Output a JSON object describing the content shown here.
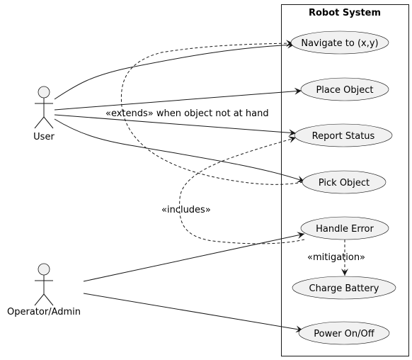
{
  "system": {
    "title": "Robot System"
  },
  "actors": [
    {
      "id": "user",
      "label": "User"
    },
    {
      "id": "operator",
      "label": "Operator/Admin"
    }
  ],
  "use_cases": [
    {
      "id": "navigate",
      "label": "Navigate to (x,y)"
    },
    {
      "id": "place",
      "label": "Place Object"
    },
    {
      "id": "report",
      "label": "Report Status"
    },
    {
      "id": "pick",
      "label": "Pick Object"
    },
    {
      "id": "error",
      "label": "Handle Error"
    },
    {
      "id": "charge",
      "label": "Charge Battery"
    },
    {
      "id": "power",
      "label": "Power On/Off"
    }
  ],
  "relations": [
    {
      "type": "association",
      "from": "user",
      "to": "navigate"
    },
    {
      "type": "association",
      "from": "user",
      "to": "place"
    },
    {
      "type": "association",
      "from": "user",
      "to": "report"
    },
    {
      "type": "association",
      "from": "user",
      "to": "pick"
    },
    {
      "type": "association",
      "from": "operator",
      "to": "error"
    },
    {
      "type": "association",
      "from": "operator",
      "to": "power"
    },
    {
      "type": "dependency",
      "from": "pick",
      "to": "navigate",
      "label": "«extends» when object not at hand"
    },
    {
      "type": "dependency",
      "from": "error",
      "to": "report",
      "label": "«includes»"
    },
    {
      "type": "dependency",
      "from": "error",
      "to": "charge",
      "label": "«mitigation»"
    }
  ]
}
